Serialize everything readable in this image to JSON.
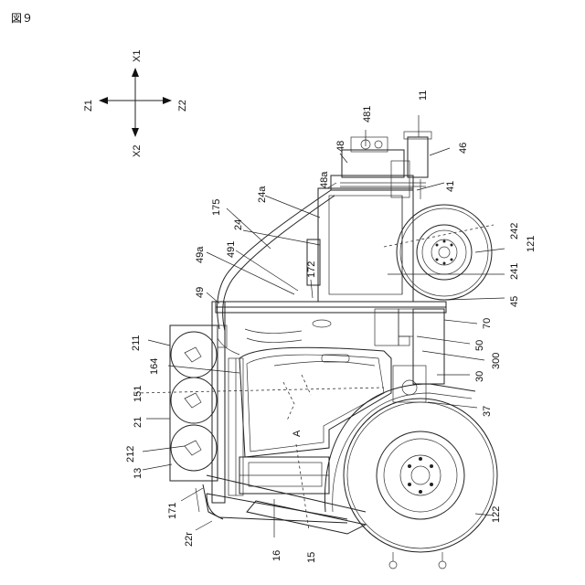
{
  "figure": {
    "title": "図９"
  },
  "axes": {
    "x1": "X1",
    "x2": "X2",
    "z1": "Z1",
    "z2": "Z2"
  },
  "labels": {
    "l11": "11",
    "l481": "481",
    "l46": "46",
    "l48": "48",
    "l48a": "48a",
    "l41": "41",
    "l24a": "24a",
    "l175": "175",
    "l24": "24",
    "l242": "242",
    "l491": "491",
    "l49a": "49a",
    "l172": "172",
    "l121": "121",
    "l241": "241",
    "l49": "49",
    "l45": "45",
    "l70": "70",
    "l211": "211",
    "l50": "50",
    "l164": "164",
    "l300": "300",
    "l151": "151",
    "l30": "30",
    "l21": "21",
    "l37": "37",
    "l212": "212",
    "l13": "13",
    "l171": "171",
    "l122": "122",
    "l22r": "22r",
    "l16": "16",
    "l15": "15",
    "arrowA": "A"
  }
}
